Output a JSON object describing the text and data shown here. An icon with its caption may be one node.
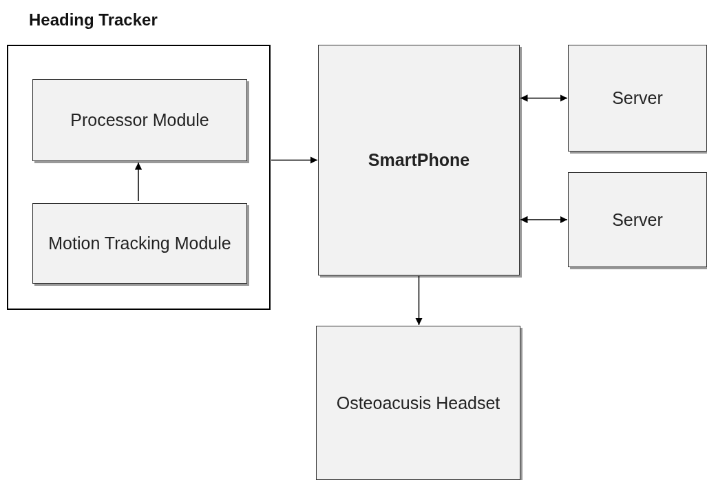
{
  "diagram": {
    "nodes": [
      {
        "text": [
          "Heading Tracker"
        ]
      },
      {
        "text": [
          "Processor Module"
        ],
        "in": 0
      },
      {
        "text": [
          "Motion Tracking Module"
        ],
        "in": 0
      },
      {
        "text": [
          "SmartPhone"
        ]
      },
      {
        "text": [
          "Server"
        ]
      },
      {
        "text": [
          "Server"
        ]
      },
      {
        "text": [
          "Osteoacusis Headset"
        ]
      }
    ],
    "edges": [
      {
        "from": 2,
        "to": 1,
        "arrow": "to"
      },
      {
        "from": 0,
        "to": 3,
        "arrow": "to"
      },
      {
        "from": 3,
        "to": 4,
        "arrow": "both"
      },
      {
        "from": 3,
        "to": 5,
        "arrow": "both"
      },
      {
        "from": 3,
        "to": 6,
        "arrow": "to"
      }
    ]
  }
}
